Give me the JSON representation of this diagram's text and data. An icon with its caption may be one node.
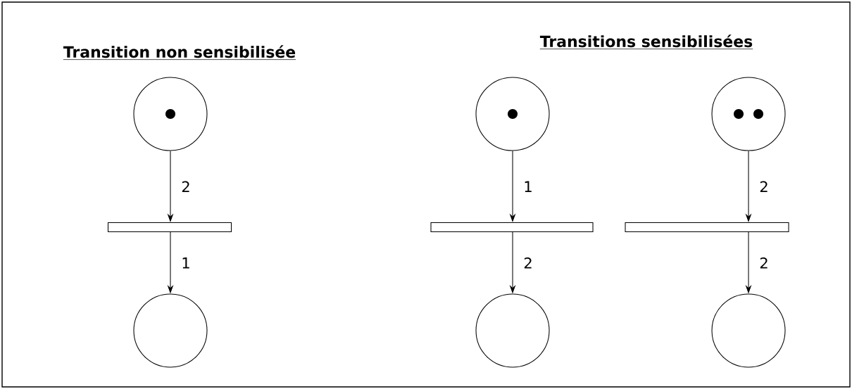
{
  "diagram": {
    "nodes": [
      {
        "text": [],
        "shape": "circle"
      },
      {
        "text": [],
        "shape": "circle",
        "in": 0
      },
      {
        "text": [],
        "shape": "circle"
      },
      {
        "text": [],
        "shape": "circle",
        "in": 2
      },
      {
        "text": [],
        "shape": "circle"
      },
      {
        "text": [],
        "shape": "circle",
        "in": 4
      },
      {
        "text": [],
        "shape": "circle",
        "in": 4
      },
      {
        "text": [],
        "shape": "bar"
      },
      {
        "text": [],
        "shape": "bar"
      },
      {
        "text": [],
        "shape": "bar"
      },
      {
        "text": [],
        "shape": "circle"
      },
      {
        "text": [],
        "shape": "circle"
      },
      {
        "text": [],
        "shape": "circle"
      }
    ],
    "edges": [
      {
        "from": 0,
        "to": 7,
        "arrow": "to",
        "label": "2"
      },
      {
        "from": 7,
        "to": 10,
        "arrow": "to",
        "label": "1"
      },
      {
        "from": 2,
        "to": 8,
        "arrow": "to",
        "label": "1"
      },
      {
        "from": 8,
        "to": 11,
        "arrow": "to",
        "label": "2"
      },
      {
        "from": 4,
        "to": 9,
        "arrow": "to",
        "label": "2"
      },
      {
        "from": 9,
        "to": 12,
        "arrow": "to",
        "label": "2"
      }
    ],
    "labels": [
      "Transition non sensibilisée",
      "Transitions sensibilisées"
    ]
  }
}
